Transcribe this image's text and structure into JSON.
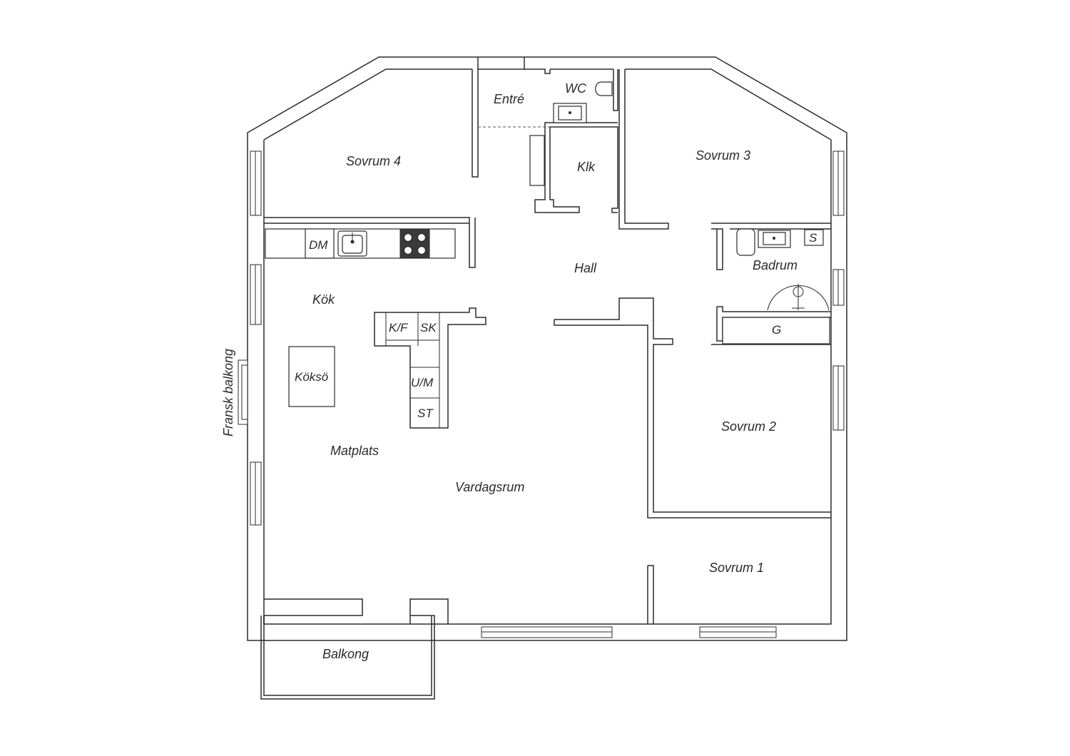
{
  "floorplan": {
    "rooms": {
      "entre": "Entré",
      "wc": "WC",
      "klk": "Klk",
      "sovrum4": "Sovrum 4",
      "sovrum3": "Sovrum 3",
      "sovrum2": "Sovrum 2",
      "sovrum1": "Sovrum 1",
      "hall": "Hall",
      "badrum": "Badrum",
      "kok": "Kök",
      "matplats": "Matplats",
      "vardagsrum": "Vardagsrum",
      "balkong": "Balkong",
      "fransk_balkong": "Fransk balkong"
    },
    "fixtures": {
      "dm": "DM",
      "kf": "K/F",
      "sk": "SK",
      "um": "U/M",
      "st": "ST",
      "koksoe": "Köksö",
      "g": "G",
      "s": "S"
    }
  }
}
